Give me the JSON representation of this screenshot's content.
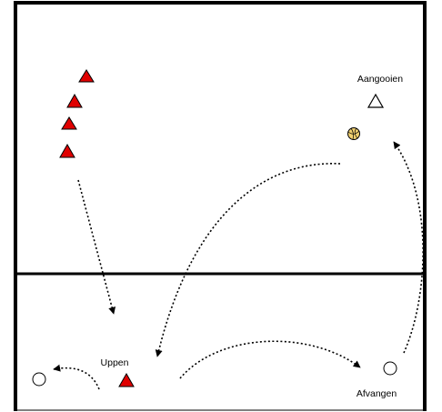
{
  "labels": {
    "aangooien": "Aangooien",
    "uppen": "Uppen",
    "afvangen": "Afvangen"
  },
  "colors": {
    "line": "#000000",
    "cone_fill": "#e00000",
    "background": "#ffffff",
    "ball_fill": "#f0d070"
  },
  "icons": {
    "cone": "red-triangle-cone",
    "thrower": "white-triangle-marker",
    "player": "white-circle-marker",
    "ball": "volleyball-icon"
  }
}
